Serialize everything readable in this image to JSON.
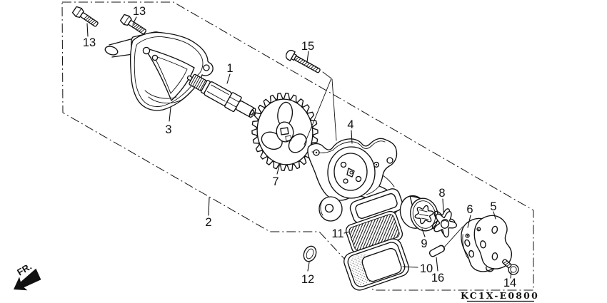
{
  "figure": {
    "code": "KC1X-E0800",
    "direction_label": "FR.",
    "callouts": [
      {
        "label": "13"
      },
      {
        "label": "13"
      },
      {
        "label": "15"
      },
      {
        "label": "1"
      },
      {
        "label": "3"
      },
      {
        "label": "7"
      },
      {
        "label": "4"
      },
      {
        "label": "2"
      },
      {
        "label": "8"
      },
      {
        "label": "9"
      },
      {
        "label": "6"
      },
      {
        "label": "5"
      },
      {
        "label": "11"
      },
      {
        "label": "10"
      },
      {
        "label": "16"
      },
      {
        "label": "12"
      },
      {
        "label": "14"
      }
    ]
  }
}
